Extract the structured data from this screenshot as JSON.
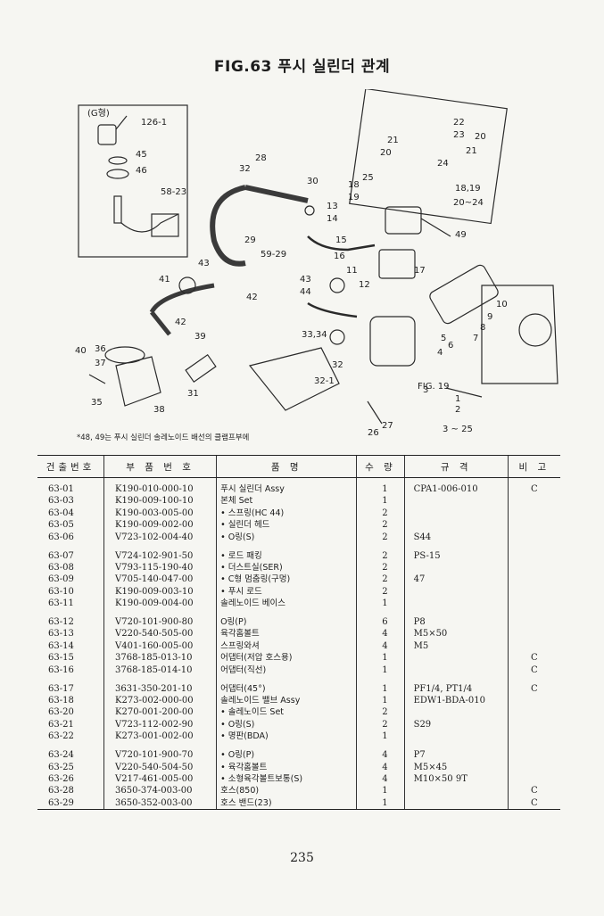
{
  "title": "FIG.63 푸시 실린더 관계",
  "diagram": {
    "labels": [
      "(G형)",
      "126-1",
      "45",
      "46",
      "58-23",
      "28",
      "32",
      "30",
      "29",
      "59-29",
      "43",
      "42",
      "41",
      "42",
      "39",
      "40",
      "36",
      "37",
      "31",
      "38",
      "35",
      "13",
      "14",
      "18",
      "19",
      "25",
      "15",
      "16",
      "11",
      "12",
      "17",
      "43",
      "44",
      "33,34",
      "32",
      "32-1",
      "49",
      "22",
      "23",
      "20",
      "21",
      "21",
      "20",
      "24",
      "18,19",
      "20~24",
      "10",
      "9",
      "8",
      "7",
      "6",
      "5",
      "4",
      "3",
      "FIG. 19",
      "1",
      "2",
      "3 ~ 25",
      "27",
      "26"
    ],
    "note": "*48, 49는 푸시 실린더 솔레노이드 배선의 클램프부에"
  },
  "table": {
    "headers": [
      "건출번호",
      "부 품 번 호",
      "품 명",
      "수 량",
      "규 격",
      "비 고"
    ],
    "groups": [
      [
        {
          "no": "63-01",
          "part": "K190-010-000-10",
          "name": "푸시 실린더 Assy",
          "qty": "1",
          "spec": "CPA1-006-010",
          "note": "C"
        },
        {
          "no": "63-03",
          "part": "K190-009-100-10",
          "name": "본체 Set",
          "qty": "1",
          "spec": "",
          "note": ""
        },
        {
          "no": "63-04",
          "part": "K190-003-005-00",
          "name": "• 스프링(HC 44)",
          "qty": "2",
          "spec": "",
          "note": ""
        },
        {
          "no": "63-05",
          "part": "K190-009-002-00",
          "name": "• 실린더 헤드",
          "qty": "2",
          "spec": "",
          "note": ""
        },
        {
          "no": "63-06",
          "part": "V723-102-004-40",
          "name": "• O링(S)",
          "qty": "2",
          "spec": "S44",
          "note": ""
        }
      ],
      [
        {
          "no": "63-07",
          "part": "V724-102-901-50",
          "name": "• 로드 패킹",
          "qty": "2",
          "spec": "PS-15",
          "note": ""
        },
        {
          "no": "63-08",
          "part": "V793-115-190-40",
          "name": "• 더스트실(SER)",
          "qty": "2",
          "spec": "",
          "note": ""
        },
        {
          "no": "63-09",
          "part": "V705-140-047-00",
          "name": "• C형 멈춤링(구멍)",
          "qty": "2",
          "spec": "47",
          "note": ""
        },
        {
          "no": "63-10",
          "part": "K190-009-003-10",
          "name": "• 푸시 로드",
          "qty": "2",
          "spec": "",
          "note": ""
        },
        {
          "no": "63-11",
          "part": "K190-009-004-00",
          "name": "솔레노이드 베이스",
          "qty": "1",
          "spec": "",
          "note": ""
        }
      ],
      [
        {
          "no": "63-12",
          "part": "V720-101-900-80",
          "name": "O링(P)",
          "qty": "6",
          "spec": "P8",
          "note": ""
        },
        {
          "no": "63-13",
          "part": "V220-540-505-00",
          "name": "육각홈볼트",
          "qty": "4",
          "spec": "M5×50",
          "note": ""
        },
        {
          "no": "63-14",
          "part": "V401-160-005-00",
          "name": "스프링와셔",
          "qty": "4",
          "spec": "M5",
          "note": ""
        },
        {
          "no": "63-15",
          "part": "3768-185-013-10",
          "name": "어댑터(저압 호스용)",
          "qty": "1",
          "spec": "",
          "note": "C"
        },
        {
          "no": "63-16",
          "part": "3768-185-014-10",
          "name": "어댑터(직선)",
          "qty": "1",
          "spec": "",
          "note": "C"
        }
      ],
      [
        {
          "no": "63-17",
          "part": "3631-350-201-10",
          "name": "어댑터(45°)",
          "qty": "1",
          "spec": "PF1/4, PT1/4",
          "note": "C"
        },
        {
          "no": "63-18",
          "part": "K273-002-000-00",
          "name": "솔레노이드 밸브 Assy",
          "qty": "1",
          "spec": "EDW1-BDA-010",
          "note": ""
        },
        {
          "no": "63-20",
          "part": "K270-001-200-00",
          "name": "• 솔레노이드 Set",
          "qty": "2",
          "spec": "",
          "note": ""
        },
        {
          "no": "63-21",
          "part": "V723-112-002-90",
          "name": "• O링(S)",
          "qty": "2",
          "spec": "S29",
          "note": ""
        },
        {
          "no": "63-22",
          "part": "K273-001-002-00",
          "name": "• 명판(BDA)",
          "qty": "1",
          "spec": "",
          "note": ""
        }
      ],
      [
        {
          "no": "63-24",
          "part": "V720-101-900-70",
          "name": "• O링(P)",
          "qty": "4",
          "spec": "P7",
          "note": ""
        },
        {
          "no": "63-25",
          "part": "V220-540-504-50",
          "name": "• 육각홈볼트",
          "qty": "4",
          "spec": "M5×45",
          "note": ""
        },
        {
          "no": "63-26",
          "part": "V217-461-005-00",
          "name": "• 소형육각볼트보통(S)",
          "qty": "4",
          "spec": "M10×50 9T",
          "note": ""
        },
        {
          "no": "63-28",
          "part": "3650-374-003-00",
          "name": "호스(850)",
          "qty": "1",
          "spec": "",
          "note": "C"
        },
        {
          "no": "63-29",
          "part": "3650-352-003-00",
          "name": "호스 밴드(23)",
          "qty": "1",
          "spec": "",
          "note": "C"
        }
      ]
    ]
  },
  "page_number": "235"
}
